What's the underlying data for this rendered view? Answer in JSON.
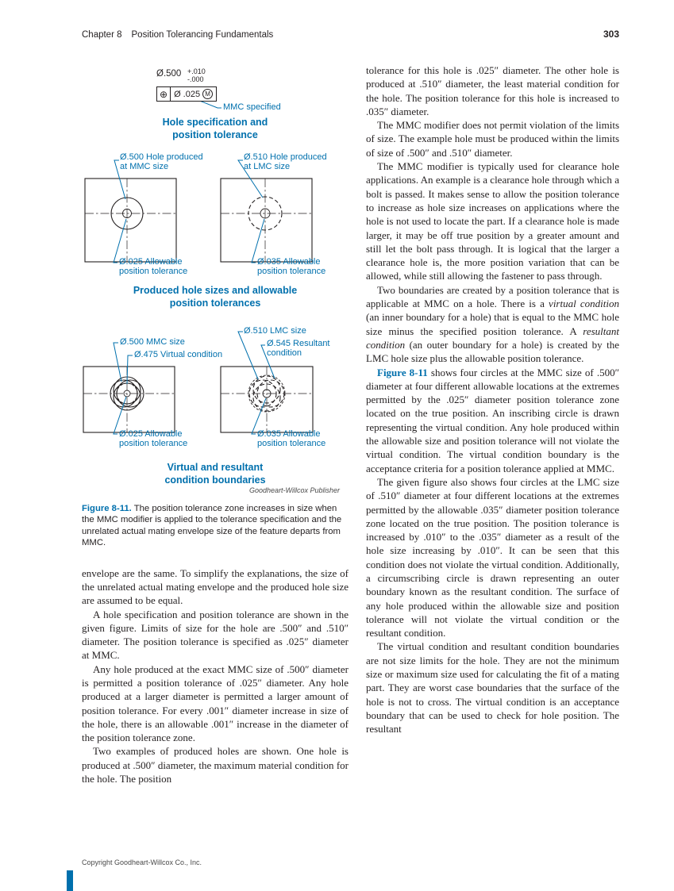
{
  "colors": {
    "accent_blue": "#0070ad",
    "ink": "#231f20"
  },
  "page": {
    "header": {
      "chapter": "Chapter 8",
      "title": "Position Tolerancing Fundamentals",
      "page_number": "303"
    },
    "footer": {
      "copyright": "Copyright Goodheart-Willcox Co., Inc."
    }
  },
  "figure": {
    "spec": {
      "size": "Ø.500",
      "tol_upper": "+.010",
      "tol_lower": "-.000",
      "fcf_symbol": "⊕",
      "fcf_tolerance": "Ø .025",
      "fcf_modifier": "M",
      "callout": "MMC specified",
      "caption_line1": "Hole specification and",
      "caption_line2": "position tolerance"
    },
    "produced": {
      "a_label1": "Ø.500 Hole produced",
      "a_label2": "at MMC size",
      "a_tol1": "Ø.025 Allowable",
      "a_tol2": "position tolerance",
      "b_label1": "Ø.510 Hole produced",
      "b_label2": "at LMC size",
      "b_tol1": "Ø.035 Allowable",
      "b_tol2": "position tolerance",
      "caption_line1": "Produced hole sizes and allowable",
      "caption_line2": "position tolerances"
    },
    "boundaries": {
      "c_mmc": "Ø.500 MMC size",
      "c_virtual": "Ø.475 Virtual condition",
      "c_tol1": "Ø.025 Allowable",
      "c_tol2": "position tolerance",
      "d_lmc": "Ø.510 LMC size",
      "d_res1": "Ø.545 Resultant",
      "d_res2": "condition",
      "d_tol1": "Ø.035 Allowable",
      "d_tol2": "position tolerance",
      "caption_line1": "Virtual and resultant",
      "caption_line2": "condition boundaries"
    },
    "credit": "Goodheart-Willcox Publisher",
    "caption": {
      "label": "Figure 8-11.",
      "text": " The position tolerance zone increases in size when the MMC modifier is applied to the tolerance specification and the unrelated actual mating envelope size of the feature departs from MMC."
    }
  },
  "left_column": {
    "paragraphs": [
      {
        "text": "envelope are the same. To simplify the explanations, the size of the unrelated actual mating envelope and the produced hole size are assumed to be equal."
      },
      {
        "indent": true,
        "text": "A hole specification and position tolerance are shown in the given figure. Limits of size for the hole are .500″ and .510″ diameter. The position tolerance is specified as .025″ diameter at MMC."
      },
      {
        "indent": true,
        "text": "Any hole produced at the exact MMC size of .500″ diameter is permitted a position tolerance of .025″ diameter. Any hole produced at a larger diameter is permitted a larger amount of position tolerance. For every .001″ diameter increase in size of the hole, there is an allowable .001″ increase in the diameter of the position tolerance zone."
      },
      {
        "indent": true,
        "text": "Two examples of produced holes are shown. One hole is produced at .500″ diameter, the maximum material condition for the hole. The position"
      }
    ]
  },
  "right_column": {
    "paragraphs": [
      {
        "text": "tolerance for this hole is .025″ diameter. The other hole is produced at .510″ diameter, the least material condition for the hole. The position tolerance for this hole is increased to .035″ diameter."
      },
      {
        "indent": true,
        "text": "The MMC modifier does not permit violation of the limits of size. The example hole must be produced within the limits of size of .500″ and .510″ diameter."
      },
      {
        "indent": true,
        "text": "The MMC modifier is typically used for clearance hole applications. An example is a clearance hole through which a bolt is passed. It makes sense to allow the position tolerance to increase as hole size increases on applications where the hole is not used to locate the part. If a clearance hole is made larger, it may be off true position by a greater amount and still let the bolt pass through. It is logical that the larger a clearance hole is, the more position variation that can be allowed, while still allowing the fastener to pass through."
      },
      {
        "indent": true,
        "runs": [
          {
            "t": "Two boundaries are created by a position tolerance that is applicable at MMC on a hole. There is a "
          },
          {
            "t": "virtual condition",
            "s": "i"
          },
          {
            "t": " (an inner boundary for a hole) that is equal to the MMC hole size minus the specified position tolerance. A "
          },
          {
            "t": "resultant condition",
            "s": "i"
          },
          {
            "t": " (an outer boundary for a hole) is created by the LMC hole size plus the allowable position tolerance."
          }
        ]
      },
      {
        "indent": true,
        "runs": [
          {
            "t": "Figure 8-11",
            "s": "fig"
          },
          {
            "t": " shows four circles at the MMC size of .500″ diameter at four different allowable locations at the extremes permitted by the .025″ diameter position tolerance zone located on the true position. An inscribing circle is drawn representing the virtual condition. Any hole produced within the allowable size and position tolerance will not violate the virtual condition. The virtual condition boundary is the acceptance criteria for a position tolerance applied at MMC."
          }
        ]
      },
      {
        "indent": true,
        "text": "The given figure also shows four circles at the LMC size of .510″ diameter at four different locations at the extremes permitted by the allowable .035″ diameter position tolerance zone located on the true position. The position tolerance is increased by .010″ to the .035″ diameter as a result of the hole size increasing by .010″. It can be seen that this condition does not violate the virtual condition. Additionally, a circumscribing circle is drawn representing an outer boundary known as the resultant condition. The surface of any hole produced within the allowable size and position tolerance will not violate the virtual condition or the resultant condition."
      },
      {
        "indent": true,
        "text": "The virtual condition and resultant condition boundaries are not size limits for the hole. They are not the minimum size or maximum size used for calculating the fit of a mating part. They are worst case boundaries that the surface of the hole is not to cross. The virtual condition is an acceptance boundary that can be used to check for hole position. The resultant"
      }
    ]
  }
}
